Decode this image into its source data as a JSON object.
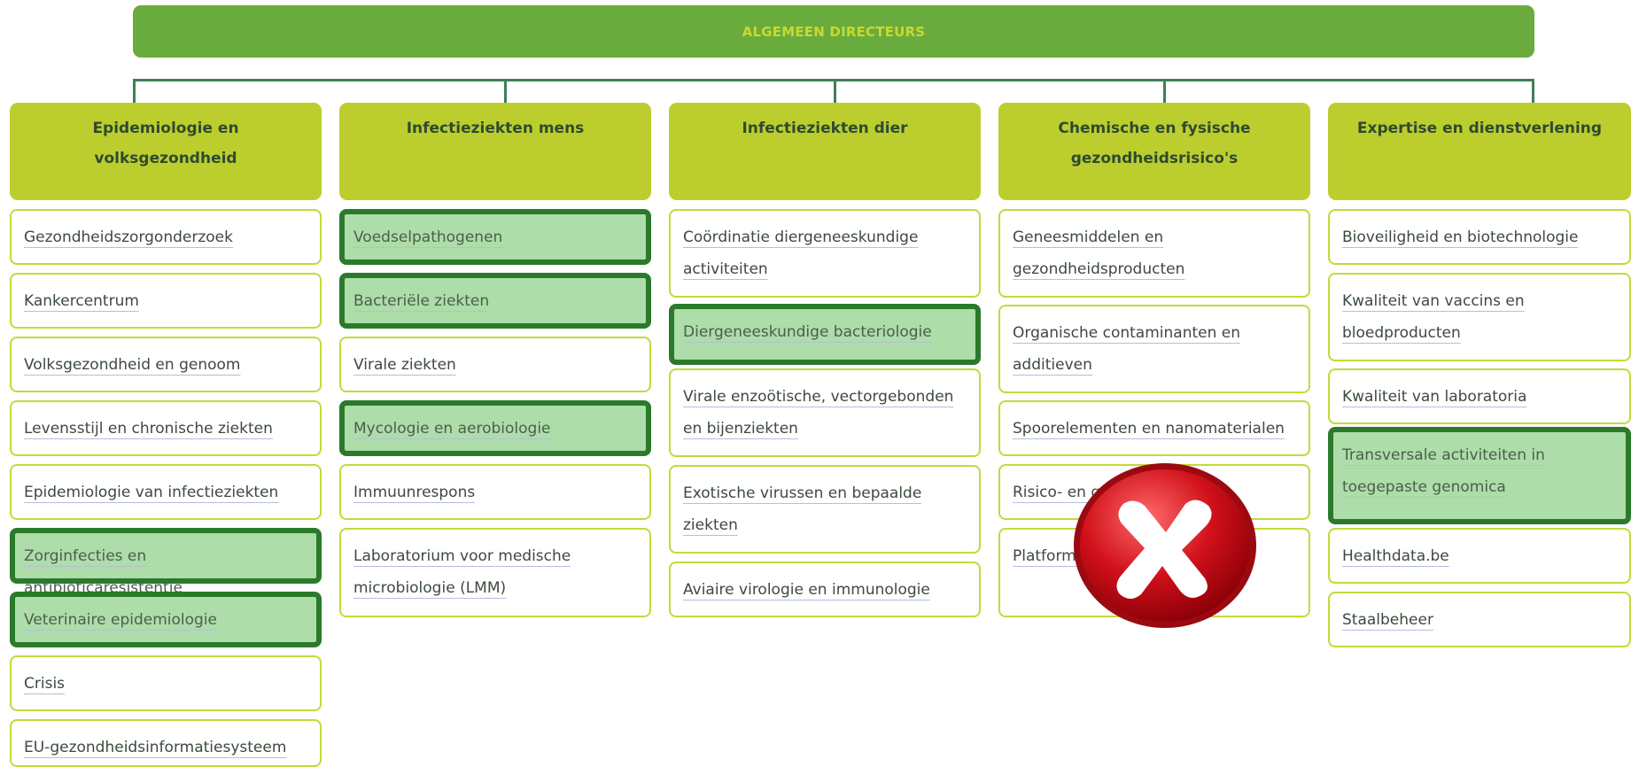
{
  "header": {
    "title": "ALGEMEEN DIRECTEURS"
  },
  "colors": {
    "header_bg": "#6aab3e",
    "header_text": "#c9d92e",
    "column_header_bg": "#bcce2e",
    "cell_border": "#c6d83a",
    "highlight_bg": "#addda9",
    "highlight_border": "#2b7a2b",
    "reject_icon": "#d0101a"
  },
  "columns": [
    {
      "title": "Epidemiologie en volksgezondheid",
      "items": [
        {
          "label": "Gezondheidszorgonderzoek",
          "highlighted": false
        },
        {
          "label": "Kankercentrum",
          "highlighted": false
        },
        {
          "label": "Volksgezondheid en genoom",
          "highlighted": false
        },
        {
          "label": "Levensstijl en chronische ziekten",
          "highlighted": false
        },
        {
          "label": "Epidemiologie van infectieziekten",
          "highlighted": false
        },
        {
          "label": "Zorginfecties en antibioticaresistentie",
          "highlighted": true
        },
        {
          "label": "Veterinaire epidemiologie",
          "highlighted": true
        },
        {
          "label": "Crisis",
          "highlighted": false
        },
        {
          "label": "EU-gezondheidsinformatiesysteem",
          "highlighted": false
        }
      ]
    },
    {
      "title": "Infectieziekten mens",
      "items": [
        {
          "label": "Voedselpathogenen",
          "highlighted": true
        },
        {
          "label": "Bacteriële ziekten",
          "highlighted": true
        },
        {
          "label": "Virale ziekten",
          "highlighted": false
        },
        {
          "label": "Mycologie en aerobiologie",
          "highlighted": true
        },
        {
          "label": "Immuunrespons",
          "highlighted": false
        },
        {
          "label": "Laboratorium voor medische microbiologie (LMM)",
          "highlighted": false
        }
      ]
    },
    {
      "title": "Infectieziekten dier",
      "items": [
        {
          "label": "Coördinatie diergeneeskundige activiteiten",
          "highlighted": false
        },
        {
          "label": "Diergeneeskundige bacteriologie",
          "highlighted": true
        },
        {
          "label": "Virale enzoötische, vectorgebonden en bijenziekten",
          "highlighted": false
        },
        {
          "label": "Exotische virussen en bepaalde ziekten",
          "highlighted": false
        },
        {
          "label": "Aviaire virologie en immunologie",
          "highlighted": false
        }
      ]
    },
    {
      "title": "Chemische en fysische gezondheidsrisico's",
      "items": [
        {
          "label": "Geneesmiddelen en gezondheidsproducten",
          "highlighted": false
        },
        {
          "label": "Organische contaminanten en additieven",
          "highlighted": false
        },
        {
          "label": "Spoorelementen en nanomaterialen",
          "highlighted": false
        },
        {
          "label": "Risico- en g… …valuatie",
          "highlighted": false
        },
        {
          "label": "Platform… massaspe…",
          "highlighted": false
        }
      ]
    },
    {
      "title": "Expertise en dienstverlening",
      "items": [
        {
          "label": "Bioveiligheid en biotechnologie",
          "highlighted": false
        },
        {
          "label": "Kwaliteit van vaccins en bloedproducten",
          "highlighted": false
        },
        {
          "label": "Kwaliteit van laboratoria",
          "highlighted": false
        },
        {
          "label": "Transversale activiteiten in toegepaste genomica",
          "highlighted": true
        },
        {
          "label": "Healthdata.be",
          "highlighted": false
        },
        {
          "label": "Staalbeheer",
          "highlighted": false
        }
      ]
    }
  ]
}
